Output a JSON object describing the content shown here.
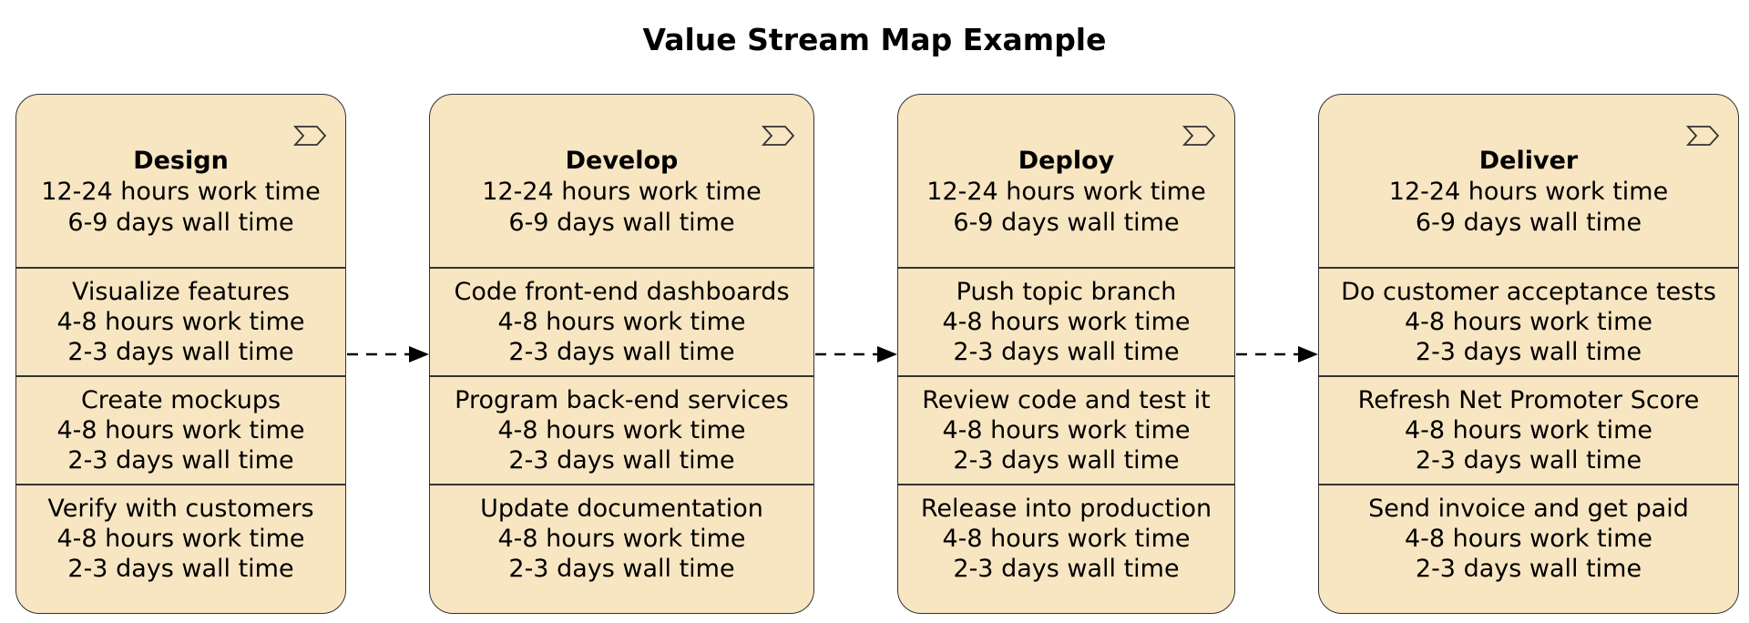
{
  "diagram": {
    "title": "Value Stream Map Example",
    "stages": [
      {
        "name": "Design",
        "work_time": "12-24 hours work time",
        "wall_time": "6-9 days wall time",
        "steps": [
          {
            "name": "Visualize features",
            "work_time": "4-8 hours work time",
            "wall_time": "2-3 days wall time"
          },
          {
            "name": "Create mockups",
            "work_time": "4-8 hours work time",
            "wall_time": "2-3 days wall time"
          },
          {
            "name": "Verify with customers",
            "work_time": "4-8 hours work time",
            "wall_time": "2-3 days wall time"
          }
        ]
      },
      {
        "name": "Develop",
        "work_time": "12-24 hours work time",
        "wall_time": "6-9 days wall time",
        "steps": [
          {
            "name": "Code front-end dashboards",
            "work_time": "4-8 hours work time",
            "wall_time": "2-3 days wall time"
          },
          {
            "name": "Program back-end services",
            "work_time": "4-8 hours work time",
            "wall_time": "2-3 days wall time"
          },
          {
            "name": "Update documentation",
            "work_time": "4-8 hours work time",
            "wall_time": "2-3 days wall time"
          }
        ]
      },
      {
        "name": "Deploy",
        "work_time": "12-24 hours work time",
        "wall_time": "6-9 days wall time",
        "steps": [
          {
            "name": "Push topic branch",
            "work_time": "4-8 hours work time",
            "wall_time": "2-3 days wall time"
          },
          {
            "name": "Review code and test it",
            "work_time": "4-8 hours work time",
            "wall_time": "2-3 days wall time"
          },
          {
            "name": "Release into production",
            "work_time": "4-8 hours work time",
            "wall_time": "2-3 days wall time"
          }
        ]
      },
      {
        "name": "Deliver",
        "work_time": "12-24 hours work time",
        "wall_time": "6-9 days wall time",
        "steps": [
          {
            "name": "Do customer acceptance tests",
            "work_time": "4-8 hours work time",
            "wall_time": "2-3 days wall time"
          },
          {
            "name": "Refresh Net Promoter Score",
            "work_time": "4-8 hours work time",
            "wall_time": "2-3 days wall time"
          },
          {
            "name": "Send invoice and get paid",
            "work_time": "4-8 hours work time",
            "wall_time": "2-3 days wall time"
          }
        ]
      }
    ],
    "colors": {
      "stage_fill": "#f8e6c2",
      "stage_border": "#333333",
      "connector": "#000000"
    },
    "icon": "value-stream-chevron-icon"
  }
}
